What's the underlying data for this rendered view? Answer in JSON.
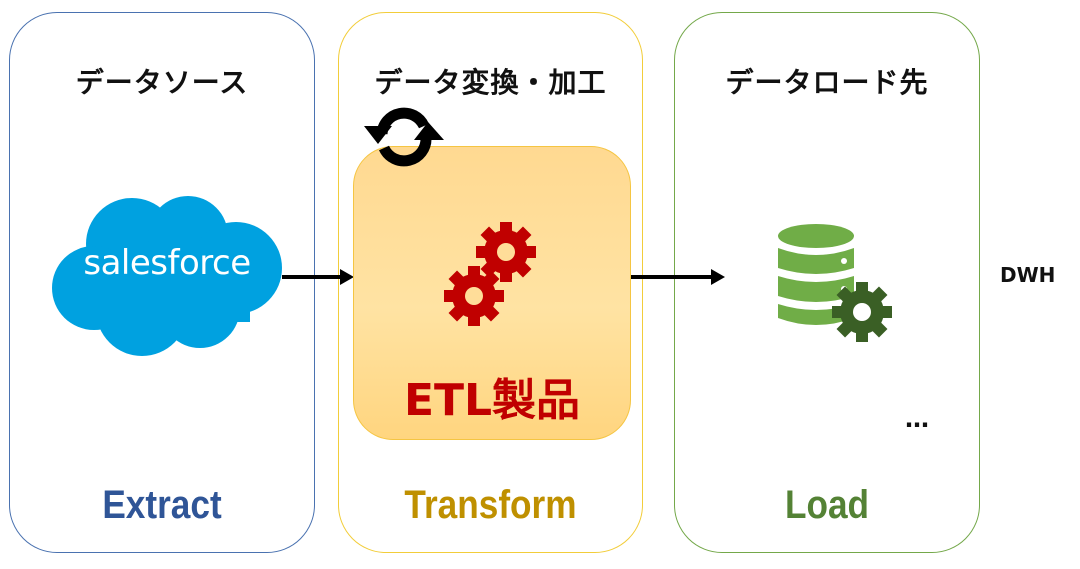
{
  "diagram": {
    "panels": [
      {
        "id": "extract",
        "title": "データソース",
        "phase": "Extract",
        "color": "#2f5597",
        "border_color": "#4a72b0"
      },
      {
        "id": "transform",
        "title": "データ変換・加工",
        "phase": "Transform",
        "color": "#bf9000",
        "border_color": "#f2cd3a"
      },
      {
        "id": "load",
        "title": "データロード先",
        "phase": "Load",
        "color": "#548235",
        "border_color": "#74a84a"
      }
    ],
    "source": {
      "name": "salesforce",
      "icon": "salesforce-cloud-logo",
      "color": "#00a1e0"
    },
    "etl": {
      "label": "ETL製品",
      "icon": "gears-icon",
      "color": "#c00000",
      "sync_icon": "sync-arrows-icon"
    },
    "destination": {
      "label": "DWH",
      "icon": "database-gear-icon",
      "more": "…",
      "color": "#70ad47"
    },
    "flow": [
      "extract -> transform",
      "transform -> load"
    ]
  }
}
